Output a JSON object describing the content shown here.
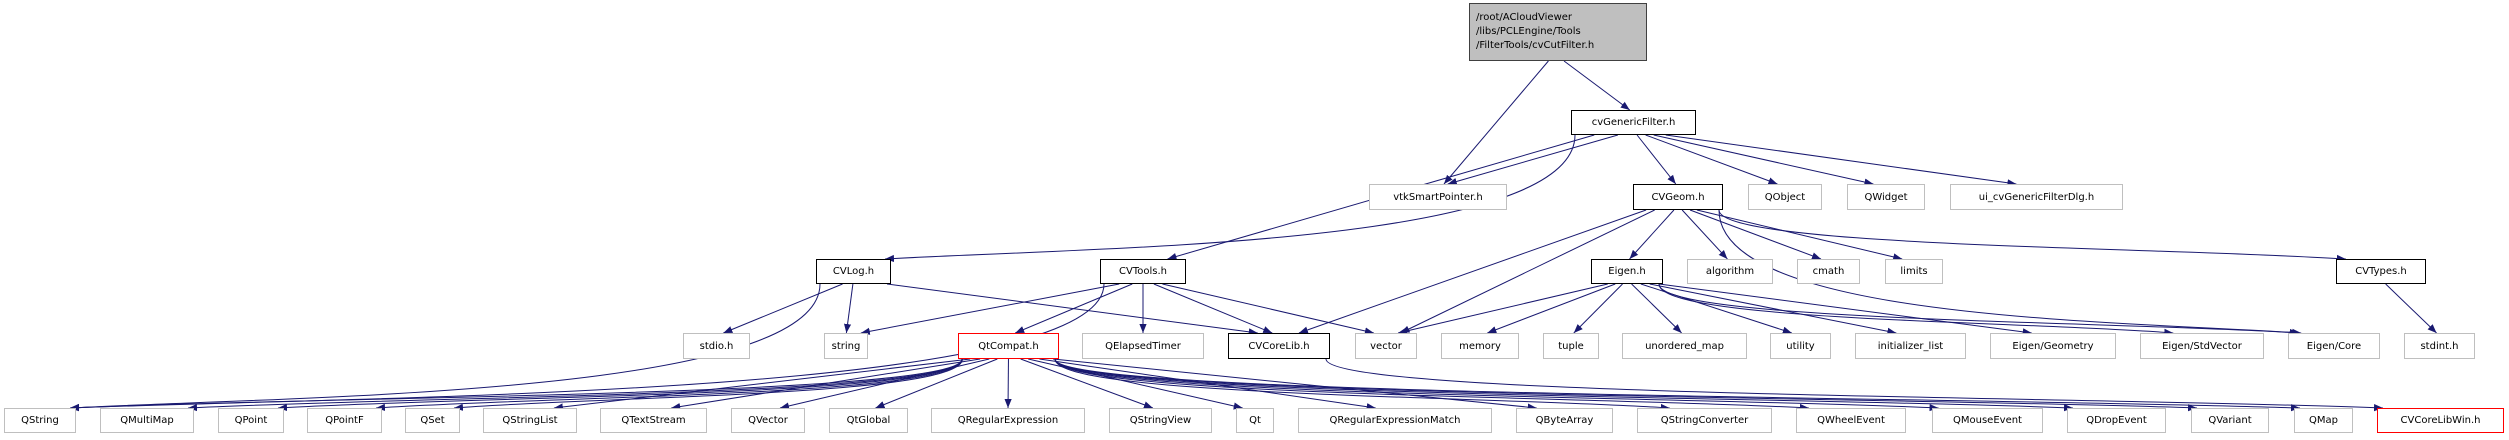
{
  "graph": {
    "edge_color": "#191970",
    "nodes": [
      {
        "id": "root",
        "label": "/root/ACloudViewer\n/libs/PCLEngine/Tools\n/FilterTools/cvCutFilter.h",
        "style": "root"
      },
      {
        "id": "cvGenericFilter",
        "label": "cvGenericFilter.h",
        "style": "internal"
      },
      {
        "id": "vtkSmartPointer",
        "label": "vtkSmartPointer.h",
        "style": "external"
      },
      {
        "id": "CVGeom",
        "label": "CVGeom.h",
        "style": "internal"
      },
      {
        "id": "QObject",
        "label": "QObject",
        "style": "external"
      },
      {
        "id": "QWidget",
        "label": "QWidget",
        "style": "external"
      },
      {
        "id": "uiDlg",
        "label": "ui_cvGenericFilterDlg.h",
        "style": "external"
      },
      {
        "id": "CVLog",
        "label": "CVLog.h",
        "style": "internal"
      },
      {
        "id": "CVTools",
        "label": "CVTools.h",
        "style": "internal"
      },
      {
        "id": "Eigen",
        "label": "Eigen.h",
        "style": "internal"
      },
      {
        "id": "algorithm",
        "label": "algorithm",
        "style": "external"
      },
      {
        "id": "cmath",
        "label": "cmath",
        "style": "external"
      },
      {
        "id": "limits",
        "label": "limits",
        "style": "external"
      },
      {
        "id": "CVTypes",
        "label": "CVTypes.h",
        "style": "internal"
      },
      {
        "id": "stdio",
        "label": "stdio.h",
        "style": "external"
      },
      {
        "id": "string",
        "label": "string",
        "style": "external"
      },
      {
        "id": "QtCompat",
        "label": "QtCompat.h",
        "style": "warn"
      },
      {
        "id": "QElapsedTimer",
        "label": "QElapsedTimer",
        "style": "external"
      },
      {
        "id": "CVCoreLib",
        "label": "CVCoreLib.h",
        "style": "internal"
      },
      {
        "id": "vector",
        "label": "vector",
        "style": "external"
      },
      {
        "id": "memory",
        "label": "memory",
        "style": "external"
      },
      {
        "id": "tuple",
        "label": "tuple",
        "style": "external"
      },
      {
        "id": "unordered_map",
        "label": "unordered_map",
        "style": "external"
      },
      {
        "id": "utility",
        "label": "utility",
        "style": "external"
      },
      {
        "id": "initializer_list",
        "label": "initializer_list",
        "style": "external"
      },
      {
        "id": "EigenGeometry",
        "label": "Eigen/Geometry",
        "style": "external"
      },
      {
        "id": "EigenStdVector",
        "label": "Eigen/StdVector",
        "style": "external"
      },
      {
        "id": "EigenCore",
        "label": "Eigen/Core",
        "style": "external"
      },
      {
        "id": "stdint",
        "label": "stdint.h",
        "style": "external"
      },
      {
        "id": "QString",
        "label": "QString",
        "style": "external"
      },
      {
        "id": "QMultiMap",
        "label": "QMultiMap",
        "style": "external"
      },
      {
        "id": "QPoint",
        "label": "QPoint",
        "style": "external"
      },
      {
        "id": "QPointF",
        "label": "QPointF",
        "style": "external"
      },
      {
        "id": "QSet",
        "label": "QSet",
        "style": "external"
      },
      {
        "id": "QStringList",
        "label": "QStringList",
        "style": "external"
      },
      {
        "id": "QTextStream",
        "label": "QTextStream",
        "style": "external"
      },
      {
        "id": "QVector",
        "label": "QVector",
        "style": "external"
      },
      {
        "id": "QtGlobal",
        "label": "QtGlobal",
        "style": "external"
      },
      {
        "id": "QRegularExpression",
        "label": "QRegularExpression",
        "style": "external"
      },
      {
        "id": "QStringView",
        "label": "QStringView",
        "style": "external"
      },
      {
        "id": "Qt",
        "label": "Qt",
        "style": "external"
      },
      {
        "id": "QRegularExpressionMatch",
        "label": "QRegularExpressionMatch",
        "style": "external"
      },
      {
        "id": "QByteArray",
        "label": "QByteArray",
        "style": "external"
      },
      {
        "id": "QStringConverter",
        "label": "QStringConverter",
        "style": "external"
      },
      {
        "id": "QWheelEvent",
        "label": "QWheelEvent",
        "style": "external"
      },
      {
        "id": "QMouseEvent",
        "label": "QMouseEvent",
        "style": "external"
      },
      {
        "id": "QDropEvent",
        "label": "QDropEvent",
        "style": "external"
      },
      {
        "id": "QVariant",
        "label": "QVariant",
        "style": "external"
      },
      {
        "id": "QMap",
        "label": "QMap",
        "style": "external"
      },
      {
        "id": "CVCoreLibWin",
        "label": "CVCoreLibWin.h",
        "style": "warn"
      }
    ],
    "edges": [
      [
        "root",
        "vtkSmartPointer"
      ],
      [
        "root",
        "cvGenericFilter"
      ],
      [
        "cvGenericFilter",
        "vtkSmartPointer"
      ],
      [
        "cvGenericFilter",
        "CVLog"
      ],
      [
        "cvGenericFilter",
        "CVTools"
      ],
      [
        "cvGenericFilter",
        "CVGeom"
      ],
      [
        "cvGenericFilter",
        "QObject"
      ],
      [
        "cvGenericFilter",
        "QWidget"
      ],
      [
        "cvGenericFilter",
        "uiDlg"
      ],
      [
        "CVGeom",
        "CVCoreLib"
      ],
      [
        "CVGeom",
        "vector"
      ],
      [
        "CVGeom",
        "Eigen"
      ],
      [
        "CVGeom",
        "algorithm"
      ],
      [
        "CVGeom",
        "cmath"
      ],
      [
        "CVGeom",
        "limits"
      ],
      [
        "CVGeom",
        "EigenCore"
      ],
      [
        "CVGeom",
        "CVTypes"
      ],
      [
        "CVTypes",
        "stdint"
      ],
      [
        "CVLog",
        "stdio"
      ],
      [
        "CVLog",
        "string"
      ],
      [
        "CVLog",
        "CVCoreLib"
      ],
      [
        "CVLog",
        "QString"
      ],
      [
        "CVTools",
        "QString"
      ],
      [
        "CVTools",
        "string"
      ],
      [
        "CVTools",
        "QtCompat"
      ],
      [
        "CVTools",
        "QElapsedTimer"
      ],
      [
        "CVTools",
        "CVCoreLib"
      ],
      [
        "CVTools",
        "vector"
      ],
      [
        "Eigen",
        "vector"
      ],
      [
        "Eigen",
        "memory"
      ],
      [
        "Eigen",
        "tuple"
      ],
      [
        "Eigen",
        "unordered_map"
      ],
      [
        "Eigen",
        "utility"
      ],
      [
        "Eigen",
        "initializer_list"
      ],
      [
        "Eigen",
        "EigenGeometry"
      ],
      [
        "Eigen",
        "EigenStdVector"
      ],
      [
        "Eigen",
        "EigenCore"
      ],
      [
        "CVCoreLib",
        "CVCoreLibWin"
      ],
      [
        "QtCompat",
        "QString"
      ],
      [
        "QtCompat",
        "QMultiMap"
      ],
      [
        "QtCompat",
        "QPoint"
      ],
      [
        "QtCompat",
        "QPointF"
      ],
      [
        "QtCompat",
        "QSet"
      ],
      [
        "QtCompat",
        "QStringList"
      ],
      [
        "QtCompat",
        "QTextStream"
      ],
      [
        "QtCompat",
        "QVector"
      ],
      [
        "QtCompat",
        "QtGlobal"
      ],
      [
        "QtCompat",
        "QRegularExpression"
      ],
      [
        "QtCompat",
        "QStringView"
      ],
      [
        "QtCompat",
        "Qt"
      ],
      [
        "QtCompat",
        "QRegularExpressionMatch"
      ],
      [
        "QtCompat",
        "QByteArray"
      ],
      [
        "QtCompat",
        "QStringConverter"
      ],
      [
        "QtCompat",
        "QWheelEvent"
      ],
      [
        "QtCompat",
        "QMouseEvent"
      ],
      [
        "QtCompat",
        "QDropEvent"
      ],
      [
        "QtCompat",
        "QVariant"
      ],
      [
        "QtCompat",
        "QMap"
      ]
    ]
  }
}
